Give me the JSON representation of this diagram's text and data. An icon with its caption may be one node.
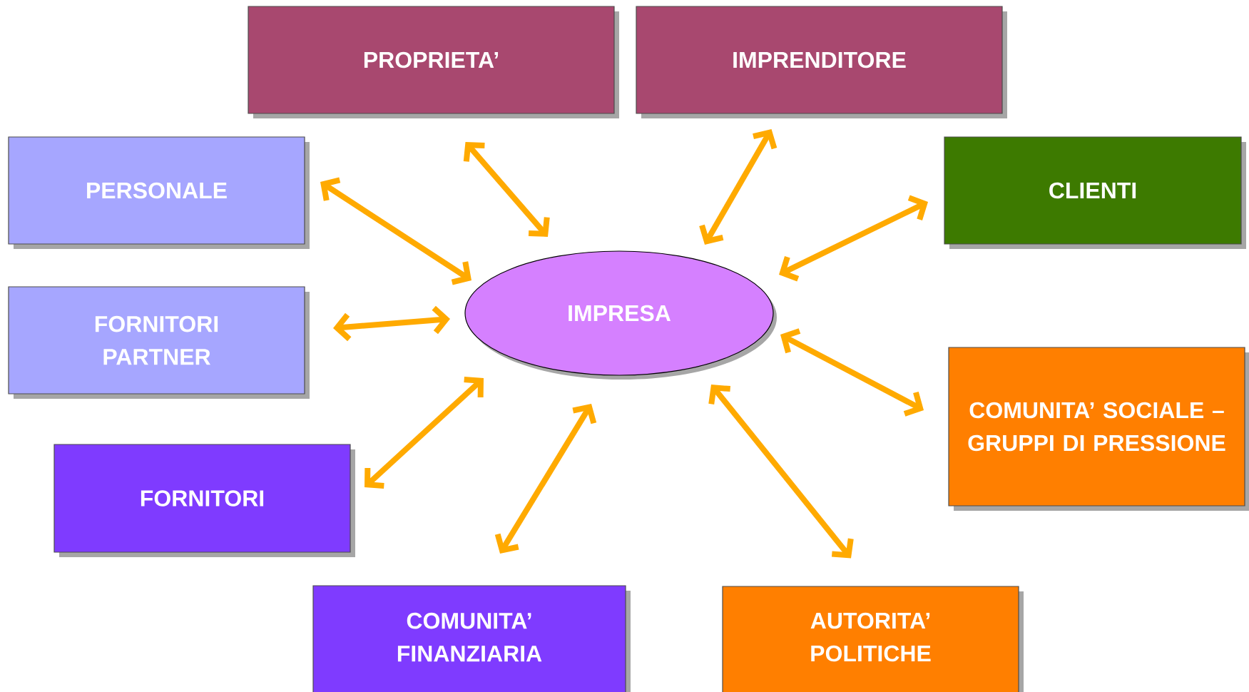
{
  "diagram": {
    "nodes": [
      {
        "text": [
          "PROPRIETA’"
        ]
      },
      {
        "text": [
          "IMPRENDITORE"
        ]
      },
      {
        "text": [
          "PERSONALE"
        ]
      },
      {
        "text": [
          "CLIENTI"
        ]
      },
      {
        "text": [
          "IMPRESA"
        ]
      },
      {
        "text": [
          "FORNITORI PARTNER"
        ]
      },
      {
        "text": [
          "COMUNITA’ SOCIALE – GRUPPI DI PRESSIONE"
        ]
      },
      {
        "text": [
          "FORNITORI"
        ]
      },
      {
        "text": [
          "COMUNITA’ FINANZIARIA"
        ]
      },
      {
        "text": [
          "AUTORITA’ POLITICHE"
        ]
      }
    ],
    "edges": [
      {
        "from": 4,
        "to": 0,
        "arrow": "both"
      },
      {
        "from": 4,
        "to": 1,
        "arrow": "both"
      },
      {
        "from": 4,
        "to": 2,
        "arrow": "both"
      },
      {
        "from": 4,
        "to": 3,
        "arrow": "both"
      },
      {
        "from": 4,
        "to": 5,
        "arrow": "both"
      },
      {
        "from": 4,
        "to": 6,
        "arrow": "both"
      },
      {
        "from": 4,
        "to": 7,
        "arrow": "both"
      },
      {
        "from": 4,
        "to": 8,
        "arrow": "both"
      },
      {
        "from": 4,
        "to": 9,
        "arrow": "both"
      }
    ]
  }
}
